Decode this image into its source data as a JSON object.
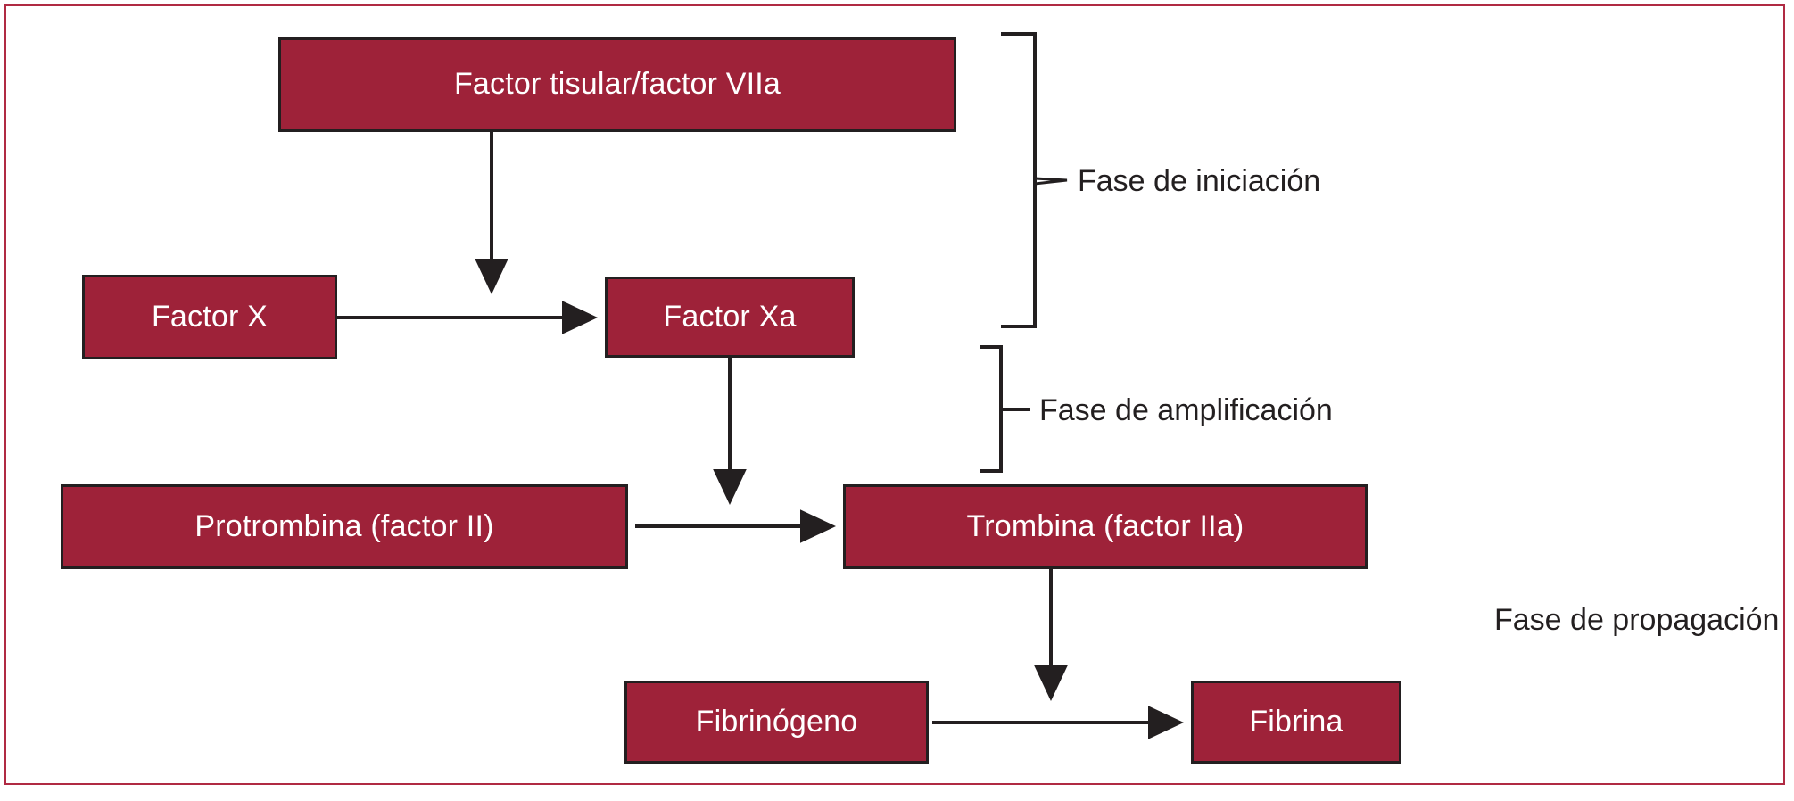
{
  "figure": {
    "title_text": "",
    "language": "es",
    "frame_color": "#b02a43",
    "node_fill": "#9e2239",
    "node_border": "#231f20",
    "node_text_color": "#ffffff",
    "connector_color": "#231f20"
  },
  "nodes": {
    "tissue_factor": {
      "label": "Factor tisular/factor VIIa"
    },
    "factor_x": {
      "label": "Factor X"
    },
    "factor_xa": {
      "label": "Factor Xa"
    },
    "prothrombin": {
      "label": "Protrombina (factor II)"
    },
    "thrombin": {
      "label": "Trombina (factor IIa)"
    },
    "fibrinogen": {
      "label": "Fibrinógeno"
    },
    "fibrin": {
      "label": "Fibrina"
    }
  },
  "phases": {
    "initiation": {
      "label": "Fase de iniciación"
    },
    "amplification": {
      "label": "Fase de amplificación"
    },
    "propagation": {
      "label": "Fase de propagación"
    }
  }
}
